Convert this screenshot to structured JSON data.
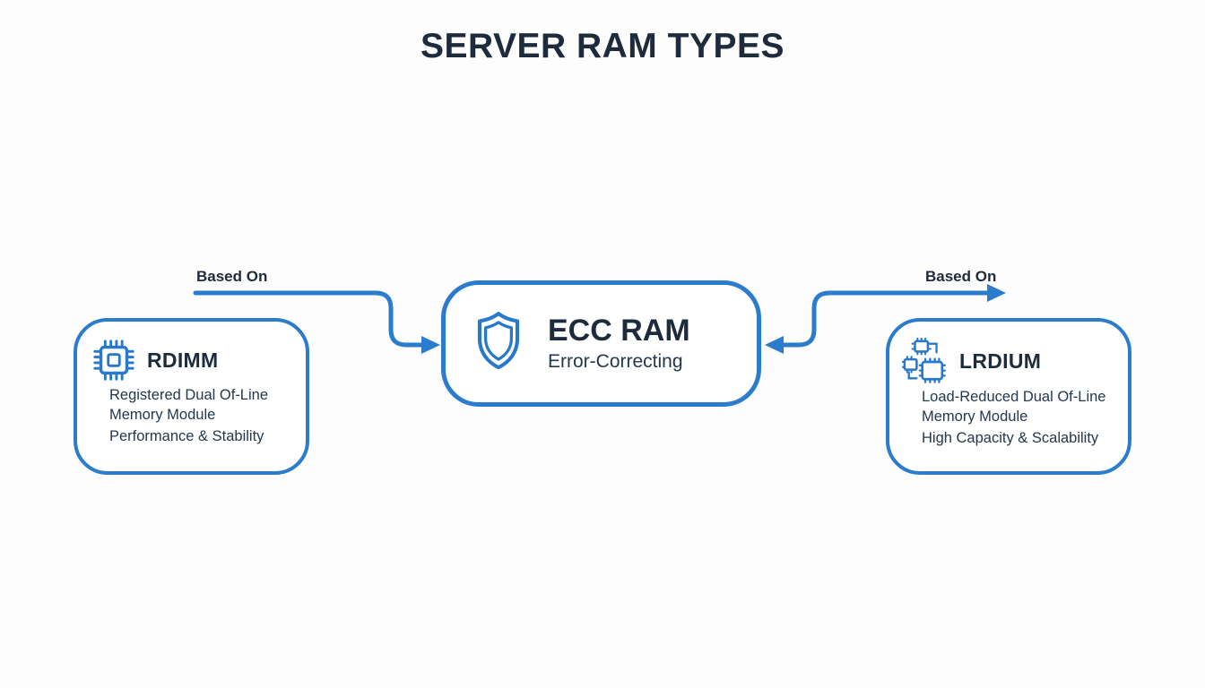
{
  "title": "SERVER RAM TYPES",
  "nodes": {
    "center": {
      "title": "ECC RAM",
      "subtitle": "Error-Correcting",
      "icon": "shield-icon"
    },
    "left": {
      "title": "RDIMM",
      "lines": [
        "Registered Dual Of-Line",
        "Memory Module",
        "Performance & Stability"
      ],
      "icon": "chip-icon"
    },
    "right": {
      "title": "LRDIUM",
      "lines": [
        "Load-Reduced Dual Of-Line",
        "Memory Module",
        "High Capacity & Scalability"
      ],
      "icon": "chip-cluster-icon"
    }
  },
  "connectors": {
    "left": {
      "label": "Based On"
    },
    "right": {
      "label": "Based On"
    }
  },
  "colors": {
    "accent": "#2b7ccd",
    "heading": "#1d2b3c",
    "body_text": "#25384e",
    "background": "#fdfdfe"
  }
}
